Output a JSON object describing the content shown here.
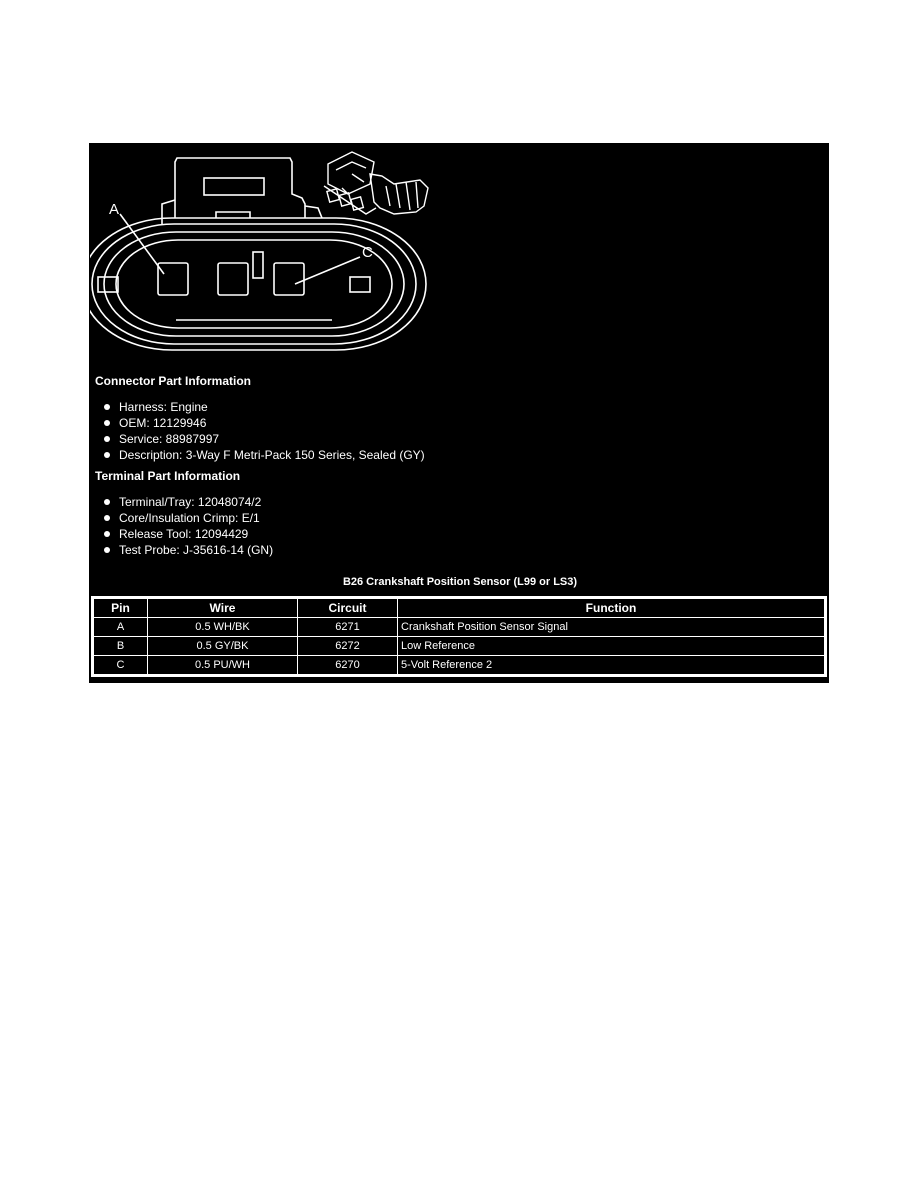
{
  "diagram": {
    "labels": {
      "a": "A",
      "c": "C"
    }
  },
  "connector": {
    "title": "Connector Part Information",
    "items": [
      "Harness: Engine",
      "OEM: 12129946",
      "Service: 88987997",
      "Description: 3-Way F Metri-Pack 150 Series, Sealed (GY)"
    ]
  },
  "terminal": {
    "title": "Terminal Part Information",
    "items": [
      "Terminal/Tray: 12048074/2",
      "Core/Insulation Crimp: E/1",
      "Release Tool: 12094429",
      "Test Probe: J-35616-14 (GN)"
    ]
  },
  "table": {
    "caption": "B26 Crankshaft Position Sensor (L99 or LS3)",
    "headers": [
      "Pin",
      "Wire",
      "Circuit",
      "Function"
    ],
    "rows": [
      [
        "A",
        "0.5 WH/BK",
        "6271",
        "Crankshaft Position Sensor Signal"
      ],
      [
        "B",
        "0.5 GY/BK",
        "6272",
        "Low Reference"
      ],
      [
        "C",
        "0.5 PU/WH",
        "6270",
        "5-Volt Reference 2"
      ]
    ]
  }
}
